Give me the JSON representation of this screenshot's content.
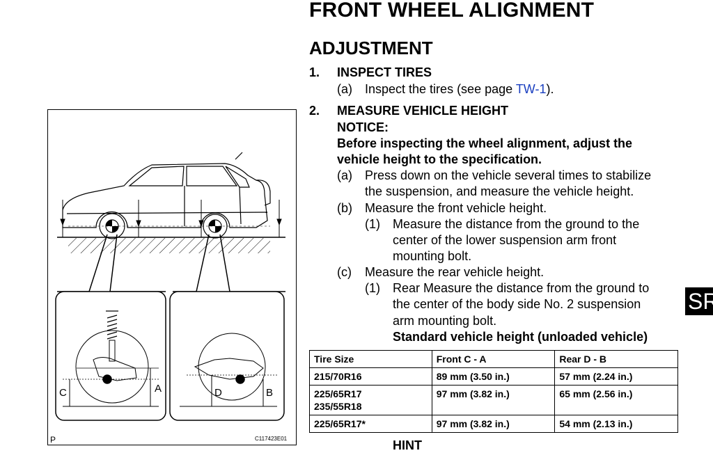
{
  "header": {
    "title": "FRONT WHEEL ALIGNMENT",
    "subtitle": "ADJUSTMENT"
  },
  "steps": {
    "s1": {
      "num": "1.",
      "heading": "INSPECT TIRES",
      "a_label": "(a)",
      "a_text": "Inspect the tires (see page ",
      "a_link": "TW-1",
      "a_tail": ")."
    },
    "s2": {
      "num": "2.",
      "heading": "MEASURE VEHICLE HEIGHT",
      "notice": "NOTICE:",
      "notice_l1": "Before inspecting the wheel alignment, adjust the",
      "notice_l2": "vehicle height to the specification.",
      "a_label": "(a)",
      "a_l1": "Press down on the vehicle several times to stabilize",
      "a_l2": "the suspension, and measure the vehicle height.",
      "b_label": "(b)",
      "b_text": "Measure the front vehicle height.",
      "b1_label": "(1)",
      "b1_l1": "Measure the distance from the ground to the",
      "b1_l2": "center of the lower suspension arm front",
      "b1_l3": "mounting bolt.",
      "c_label": "(c)",
      "c_text": "Measure the rear vehicle height.",
      "c1_label": "(1)",
      "c1_l1": "Rear Measure the distance from the ground to",
      "c1_l2": "the center of the body side No. 2 suspension",
      "c1_l3": "arm mounting bolt.",
      "spec_heading": "Standard vehicle height (unloaded vehicle)"
    }
  },
  "table": {
    "headers": [
      "Tire Size",
      "Front C - A",
      "Rear D - B"
    ],
    "rows": [
      [
        "215/70R16",
        "89 mm (3.50 in.)",
        "57 mm (2.24 in.)"
      ],
      [
        "225/65R17",
        "97 mm (3.82 in.)",
        "65 mm (2.56 in.)"
      ],
      [
        "235/55R18",
        "",
        ""
      ],
      [
        "225/65R17*",
        "97 mm (3.82 in.)",
        "54 mm (2.13 in.)"
      ]
    ]
  },
  "figure": {
    "label_a": "A",
    "label_b": "B",
    "label_c": "C",
    "label_d": "D",
    "corner_p": "P",
    "code": "C117423E01"
  },
  "side_tab": "SR",
  "hint": "HINT"
}
